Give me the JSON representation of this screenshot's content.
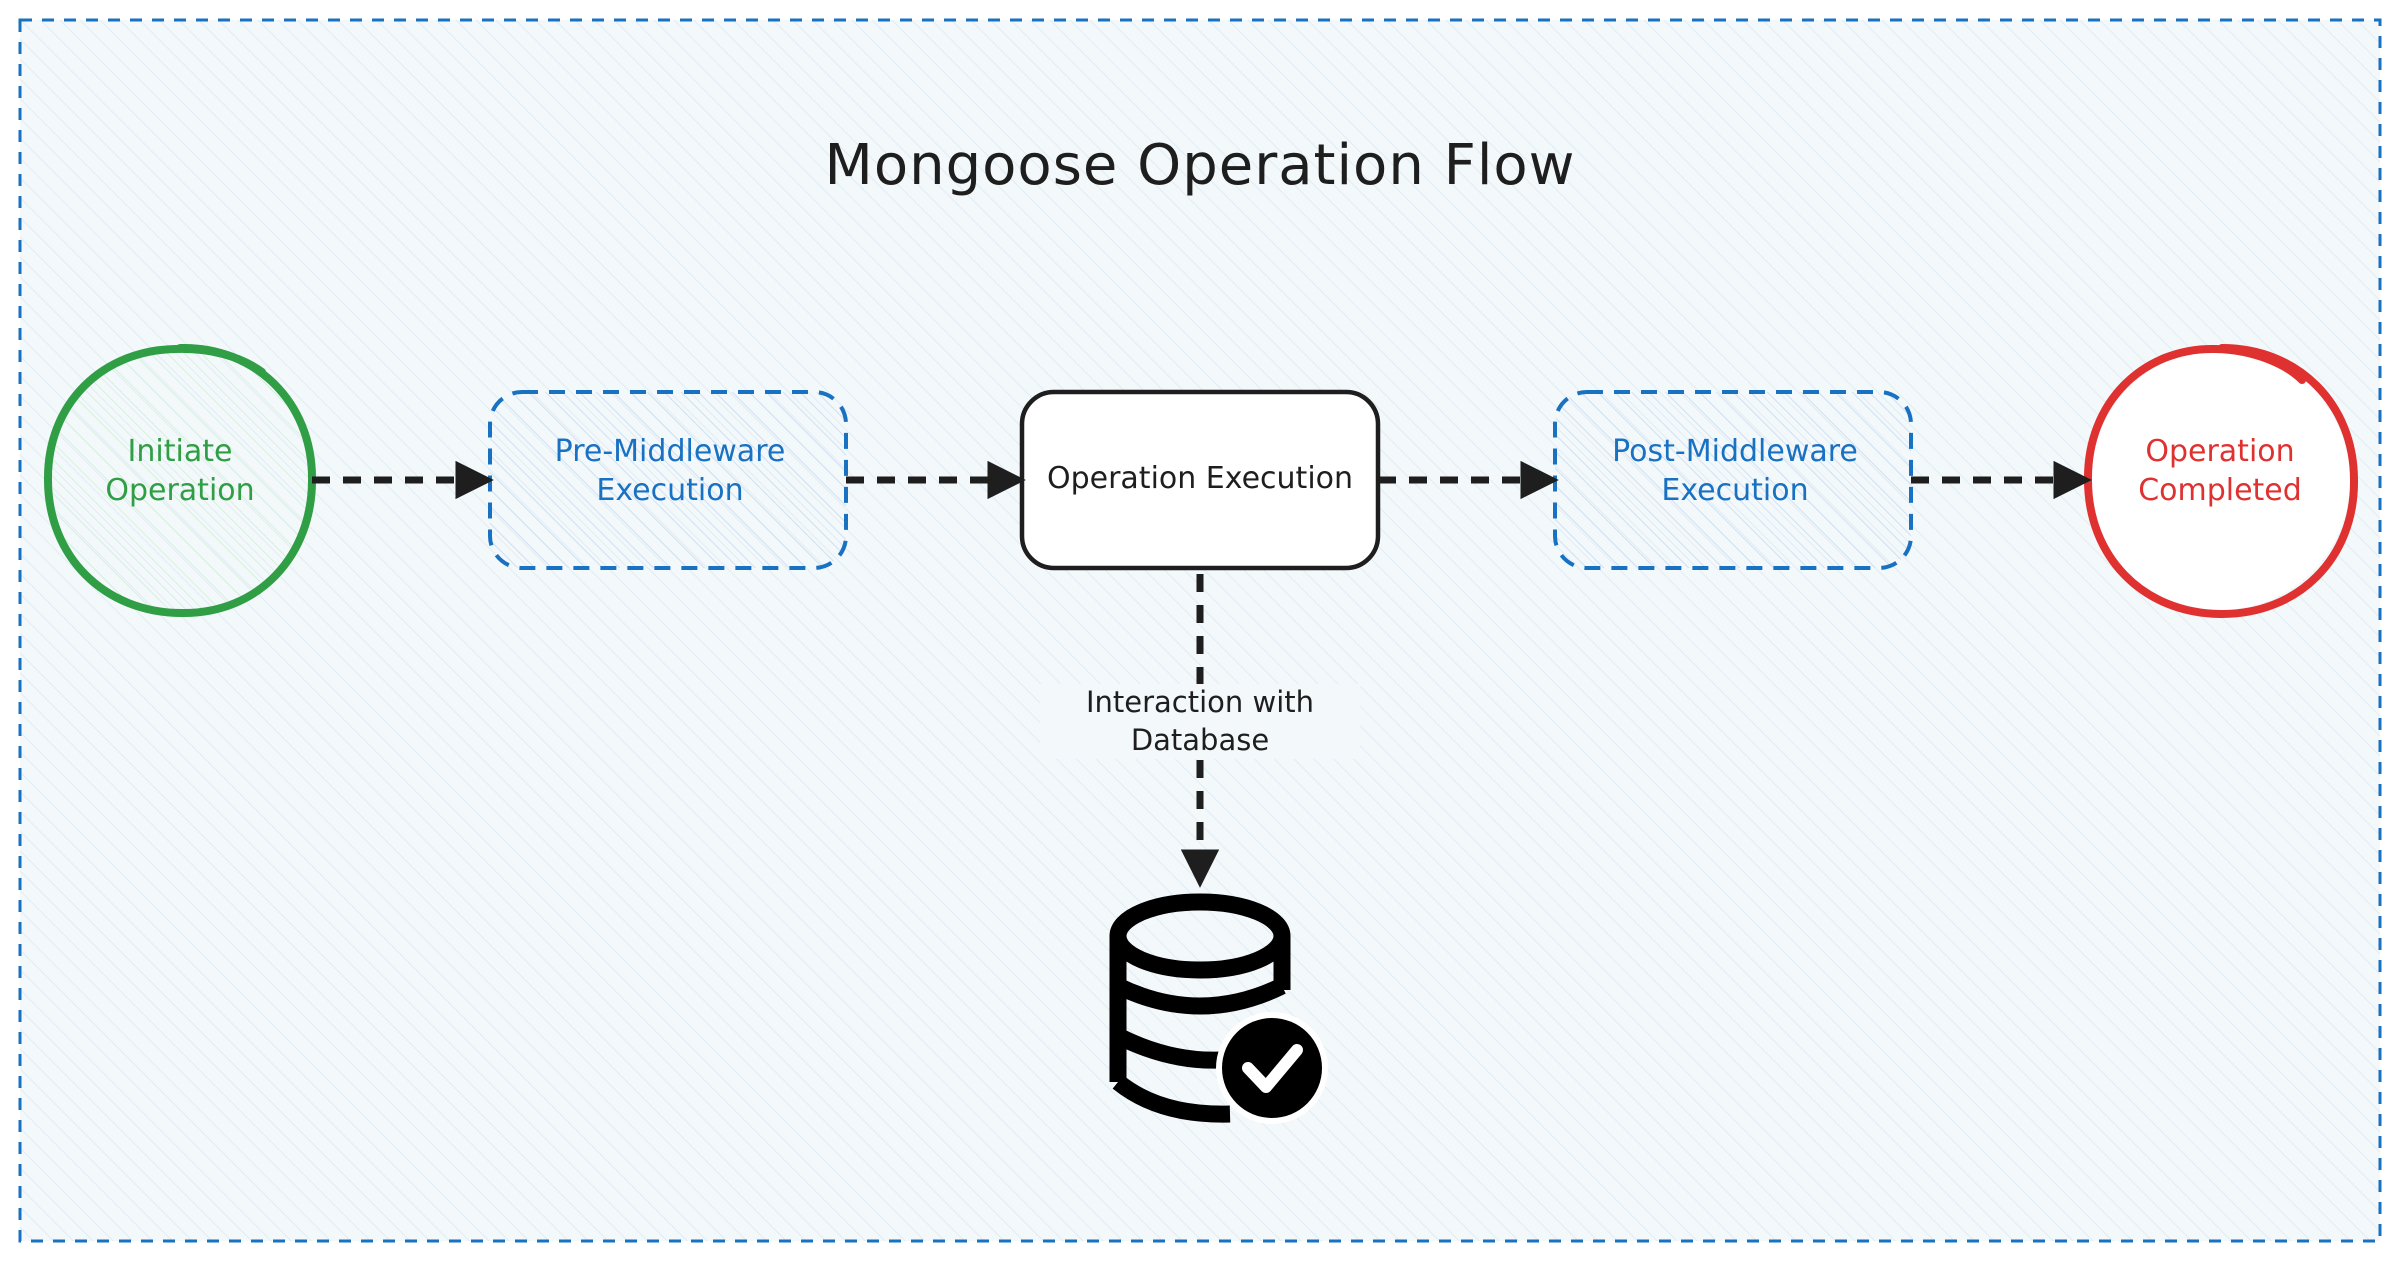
{
  "diagram": {
    "title": "Mongoose Operation Flow",
    "nodes": {
      "initiate": {
        "line1": "Initiate",
        "line2": "Operation",
        "shape": "circle",
        "color": "#2f9e44"
      },
      "pre_middleware": {
        "line1": "Pre-Middleware",
        "line2": "Execution",
        "shape": "dashed-rounded-rectangle",
        "color": "#1971c2"
      },
      "operation_execution": {
        "label": "Operation Execution",
        "shape": "rounded-rectangle",
        "color": "#1e1e1e"
      },
      "post_middleware": {
        "line1": "Post-Middleware",
        "line2": "Execution",
        "shape": "dashed-rounded-rectangle",
        "color": "#1971c2"
      },
      "completed": {
        "line1": "Operation",
        "line2": "Completed",
        "shape": "circle",
        "color": "#e03131"
      },
      "database": {
        "icon": "database-check-icon",
        "color": "#000000"
      }
    },
    "edges": [
      {
        "from": "initiate",
        "to": "pre_middleware",
        "style": "dashed-arrow"
      },
      {
        "from": "pre_middleware",
        "to": "operation_execution",
        "style": "dashed-arrow"
      },
      {
        "from": "operation_execution",
        "to": "post_middleware",
        "style": "dashed-arrow"
      },
      {
        "from": "post_middleware",
        "to": "completed",
        "style": "dashed-arrow"
      },
      {
        "from": "operation_execution",
        "to": "database",
        "style": "dashed-arrow",
        "label_line1": "Interaction with",
        "label_line2": "Database"
      }
    ],
    "frame": {
      "style": "dashed",
      "color": "#1971c2",
      "background": "#f3f8fb"
    }
  }
}
